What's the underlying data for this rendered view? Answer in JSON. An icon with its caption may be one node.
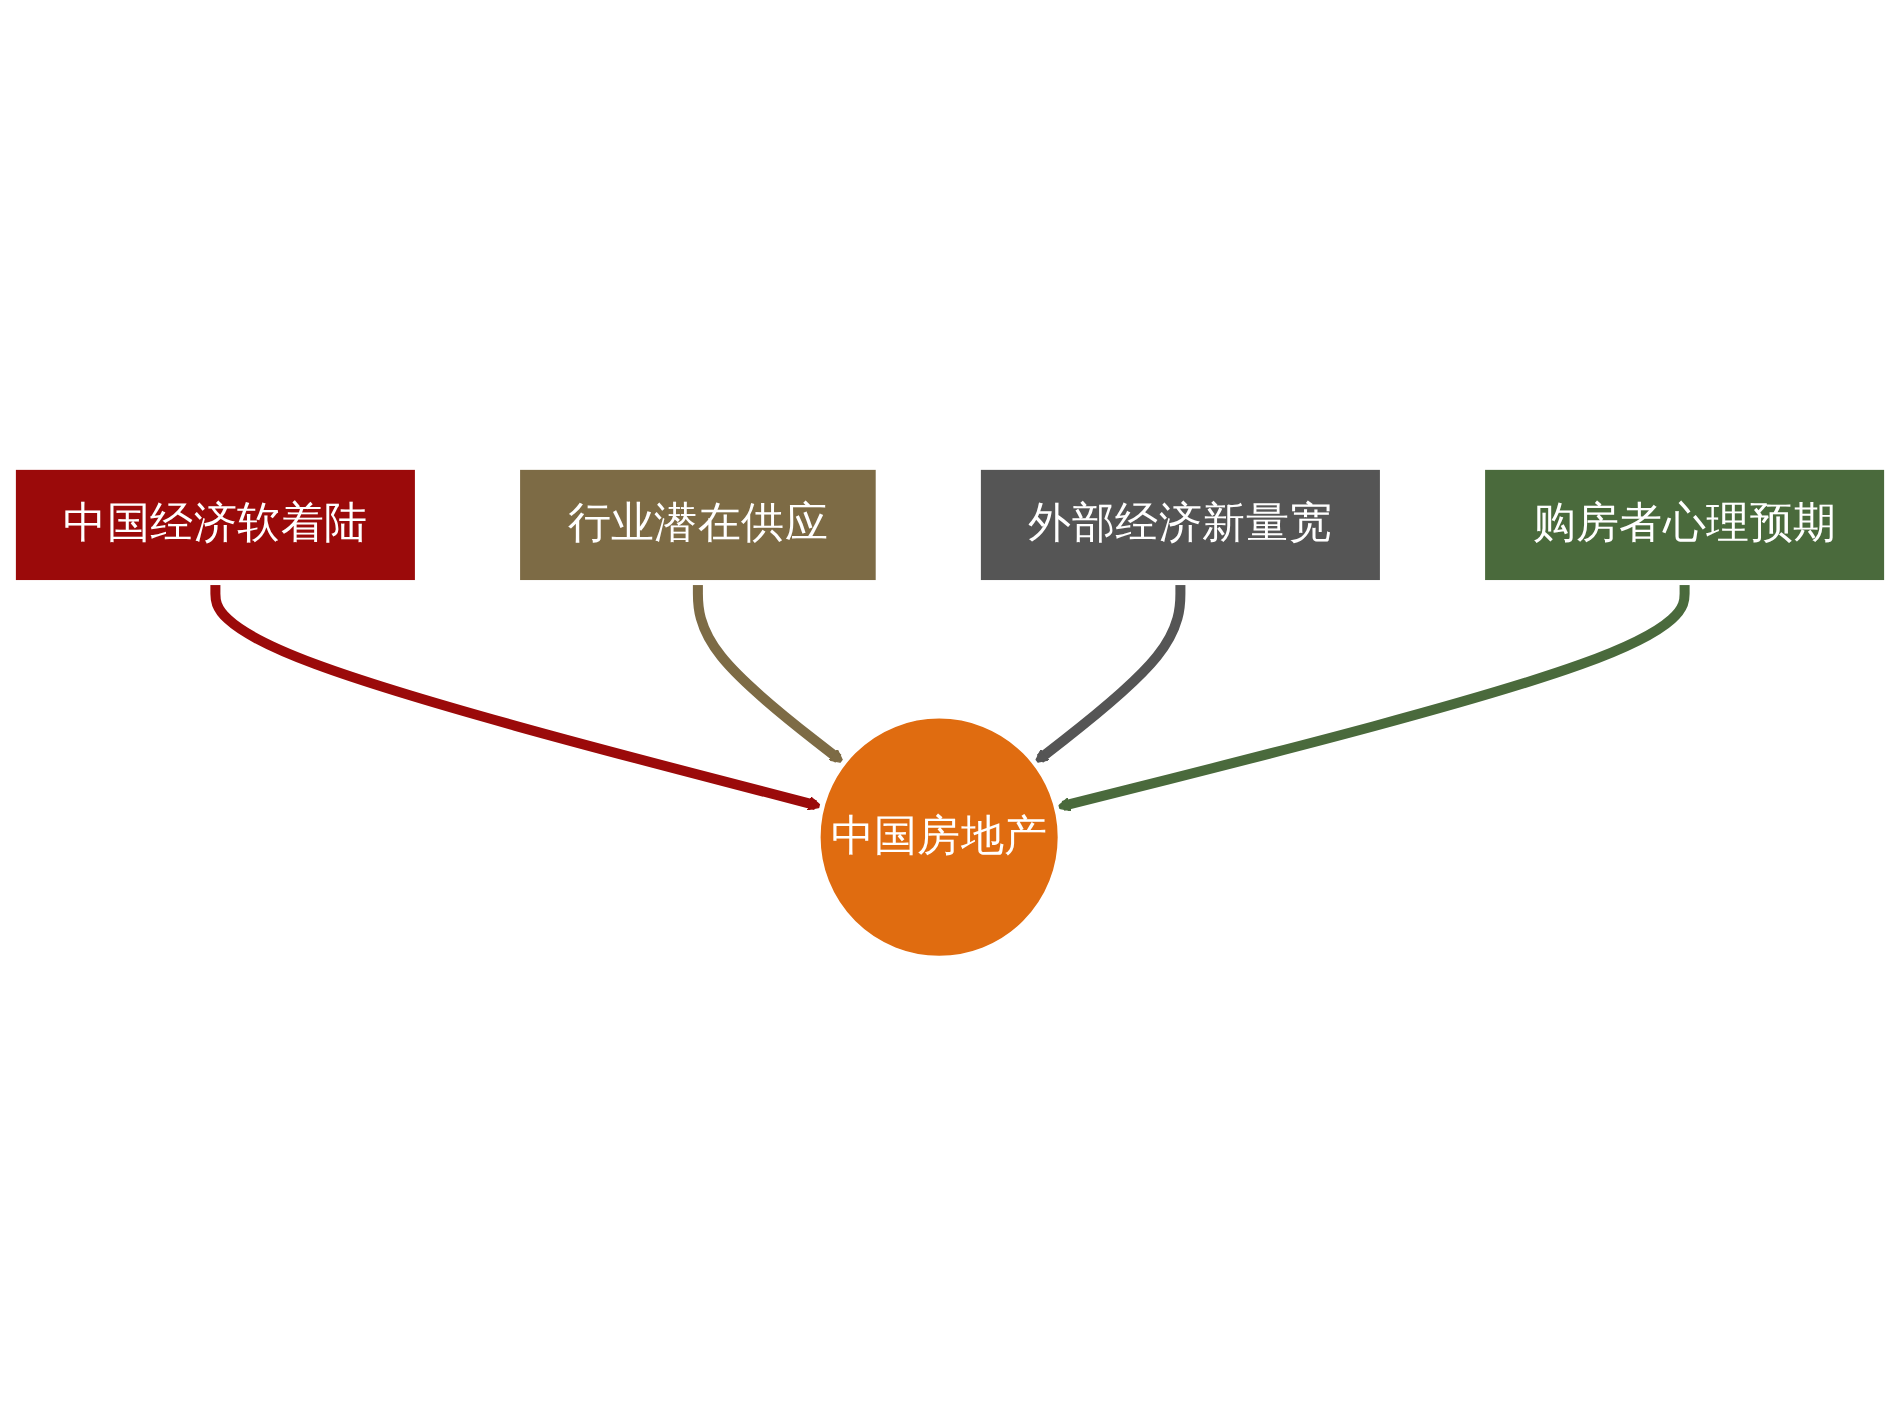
{
  "diagram": {
    "nodes": [
      {
        "text": [
          "中国经济软着陆"
        ]
      },
      {
        "text": [
          "行业潜在供应"
        ]
      },
      {
        "text": [
          "外部经济新量宽"
        ]
      },
      {
        "text": [
          "中国房地产"
        ]
      },
      {
        "text": [
          "购房者心理预期"
        ]
      }
    ],
    "edges": [
      {
        "from": 0,
        "to": 3,
        "arrow": "to",
        "color": "#9b0a0a"
      },
      {
        "from": 1,
        "to": 3,
        "arrow": "to",
        "color": "#7d6b45"
      },
      {
        "from": 2,
        "to": 3,
        "arrow": "to",
        "color": "#555555"
      },
      {
        "from": 4,
        "to": 3,
        "arrow": "to",
        "color": "#4a6a3c"
      }
    ]
  }
}
